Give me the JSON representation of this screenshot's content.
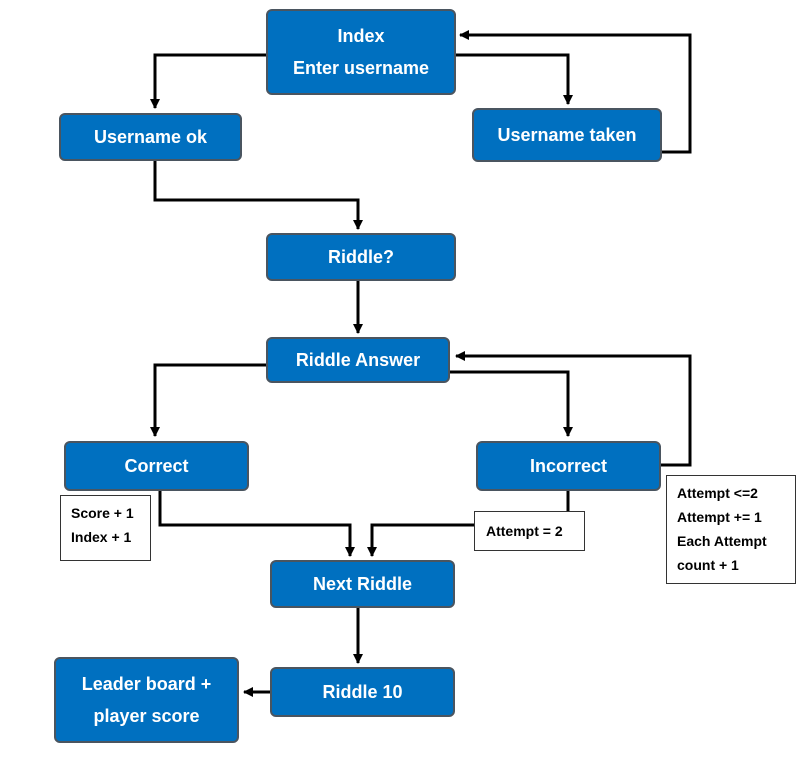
{
  "nodes": {
    "index": {
      "line1": "Index",
      "line2": "Enter username"
    },
    "username_ok": "Username ok",
    "username_taken": "Username taken",
    "riddle": "Riddle?",
    "riddle_answer": "Riddle Answer",
    "correct": "Correct",
    "incorrect": "Incorrect",
    "next_riddle": "Next Riddle",
    "riddle_10": "Riddle 10",
    "leaderboard": {
      "line1": "Leader board +",
      "line2": "player score"
    }
  },
  "notes": {
    "correct": [
      "Score + 1",
      "Index + 1"
    ],
    "attempt_equals": "Attempt = 2",
    "attempt_loop": [
      "Attempt <=2",
      "Attempt += 1",
      "Each Attempt",
      "count + 1"
    ]
  },
  "colors": {
    "node_fill": "#0070C0",
    "node_border": "#4a5560",
    "line": "#000000"
  }
}
